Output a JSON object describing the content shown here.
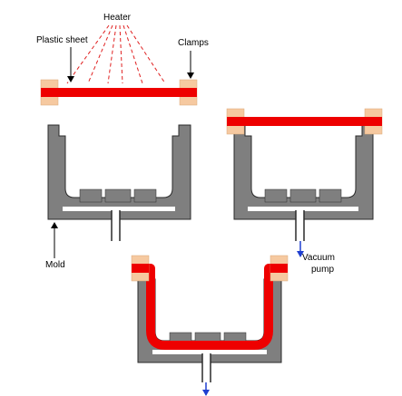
{
  "labels": {
    "heater": "Heater",
    "plastic_sheet": "Plastic sheet",
    "clamps": "Clamps",
    "mold": "Mold",
    "vacuum_line1": "Vacuum",
    "vacuum_line2": "pump"
  },
  "colors": {
    "mold_fill": "#7f7f7f",
    "mold_stroke": "#2b2b2b",
    "plastic_sheet": "#ee0000",
    "clamp": "#f6c9a0",
    "heater_rays": "#e02020",
    "vacuum_arrow": "#1f3fd0",
    "background": "#ffffff"
  },
  "stages": [
    {
      "name": "heating",
      "sheet_state": "flat-above-mold"
    },
    {
      "name": "clamping",
      "sheet_state": "flat-on-mold"
    },
    {
      "name": "vacuum-forming",
      "sheet_state": "formed-into-mold"
    }
  ]
}
